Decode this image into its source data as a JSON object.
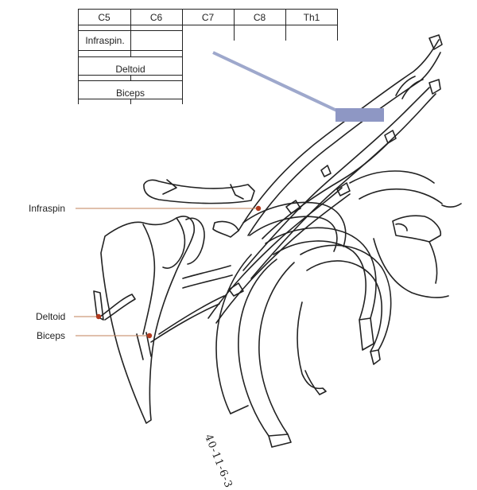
{
  "table": {
    "headers": [
      "C5",
      "C6",
      "C7",
      "C8",
      "Th1"
    ],
    "rows": [
      {
        "muscle": "Infraspin."
      },
      {
        "muscle": "Deltoid"
      },
      {
        "muscle": "Biceps"
      }
    ]
  },
  "labels": {
    "infraspin": "Infraspin",
    "deltoid": "Deltoid",
    "biceps": "Biceps"
  },
  "handwriting": "40-11-6-3",
  "colors": {
    "pointer_line": "#9ea8cc",
    "lesion_box": "#8e97c4",
    "leader_line": "#c0805a",
    "marker_dot": "#b23a1e",
    "ink": "#222222"
  }
}
